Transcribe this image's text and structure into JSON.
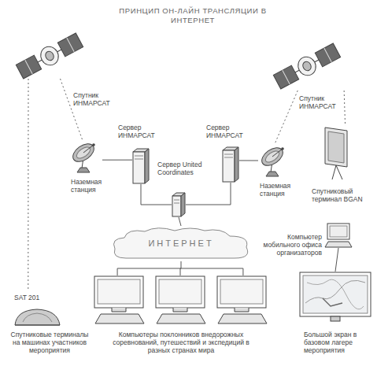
{
  "diagram": {
    "title": "ПРИНЦИП ОН-ЛАЙН ТРАНСЛЯЦИИ В ИНТЕРНЕТ",
    "nodes": [
      {
        "text": [
          "Спутник ИНМАРСАТ"
        ]
      },
      {
        "text": [
          "Спутник ИНМАРСАТ"
        ]
      },
      {
        "text": [
          "Сервер ИНМАРСАТ"
        ]
      },
      {
        "text": [
          "Сервер ИНМАРСАТ"
        ]
      },
      {
        "text": [
          "Сервер United Coordinates"
        ]
      },
      {
        "text": [
          "Наземная станция"
        ]
      },
      {
        "text": [
          "Наземная станция"
        ]
      },
      {
        "text": [
          "Спутниковый терминал BGAN"
        ]
      },
      {
        "text": [
          "ИНТЕРНЕТ"
        ]
      },
      {
        "text": [
          "Компьютер мобильного офиса организаторов"
        ]
      },
      {
        "text": [
          "SAT 201",
          "Спутниковые терминалы на машинах участников мероприятия"
        ]
      },
      {
        "text": [
          "Компьютеры поклонников внедорожных соревнований, путешествий и экспедиций в разных странах мира"
        ]
      },
      {
        "text": [
          "Большой экран в базовом лагере мероприятия"
        ]
      }
    ],
    "edges": [
      {
        "from": 0,
        "to": 5,
        "arrow": "none"
      },
      {
        "from": 0,
        "to": 10,
        "arrow": "none"
      },
      {
        "from": 1,
        "to": 6,
        "arrow": "none"
      },
      {
        "from": 1,
        "to": 7,
        "arrow": "none"
      },
      {
        "from": 5,
        "to": 2,
        "arrow": "none"
      },
      {
        "from": 2,
        "to": 4,
        "arrow": "none"
      },
      {
        "from": 6,
        "to": 3,
        "arrow": "none"
      },
      {
        "from": 3,
        "to": 4,
        "arrow": "none"
      },
      {
        "from": 4,
        "to": 8,
        "arrow": "none"
      },
      {
        "from": 8,
        "to": 11,
        "arrow": "none"
      },
      {
        "from": 9,
        "to": 12,
        "arrow": "none"
      }
    ]
  }
}
